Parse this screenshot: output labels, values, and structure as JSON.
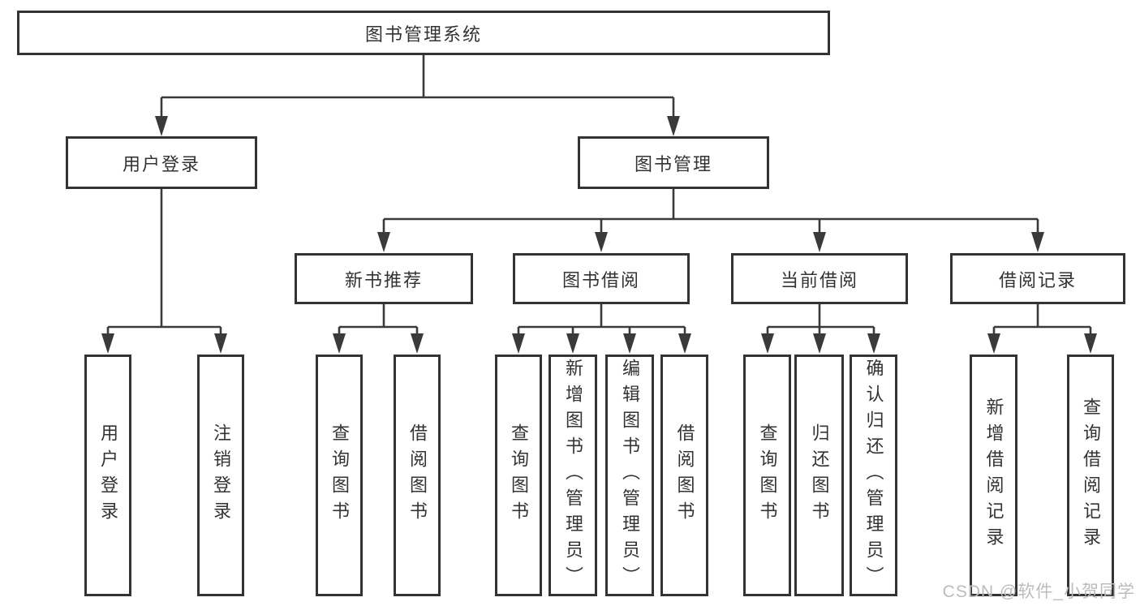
{
  "diagram": {
    "root_label": "图书管理系统",
    "level1": [
      {
        "label": "用户登录"
      },
      {
        "label": "图书管理"
      }
    ],
    "level2": [
      {
        "label": "新书推荐"
      },
      {
        "label": "图书借阅"
      },
      {
        "label": "当前借阅"
      },
      {
        "label": "借阅记录"
      }
    ],
    "leaves": [
      {
        "label": "用户登录"
      },
      {
        "label": "注销登录"
      },
      {
        "label": "查询图书"
      },
      {
        "label": "借阅图书"
      },
      {
        "label": "查询图书"
      },
      {
        "label": "新增图书（管理员）"
      },
      {
        "label": "编辑图书（管理员）"
      },
      {
        "label": "借阅图书"
      },
      {
        "label": "查询图书"
      },
      {
        "label": "归还图书"
      },
      {
        "label": "确认归还（管理员）"
      },
      {
        "label": "新增借阅记录"
      },
      {
        "label": "查询借阅记录"
      }
    ],
    "line_color": "#3a3a3a",
    "box_border_color": "#333333",
    "text_color": "#333333"
  },
  "watermark": {
    "text": "CSDN @软件_小贺同学",
    "color": "#bcbcbc"
  }
}
